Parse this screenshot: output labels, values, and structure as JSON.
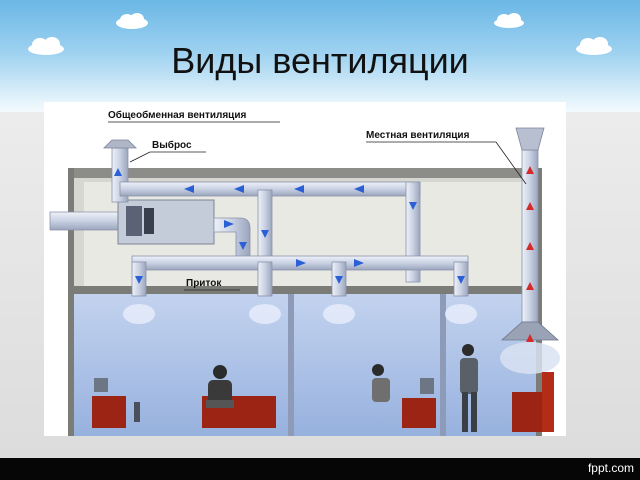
{
  "slide": {
    "title": "Виды вентиляции",
    "brand": "fppt.com"
  },
  "diagram": {
    "labels": {
      "general": "Общеобменная вентиляция",
      "exhaust": "Выброс",
      "local": "Местная вентиляция",
      "supply": "Приток"
    }
  },
  "colors": {
    "sky_top": "#6bb7e6",
    "pipe": "#cfd6e6",
    "arrow_blue": "#2a5fd6",
    "arrow_red": "#d42a2a",
    "room": "#a9bfe4",
    "footer": "#060606"
  }
}
